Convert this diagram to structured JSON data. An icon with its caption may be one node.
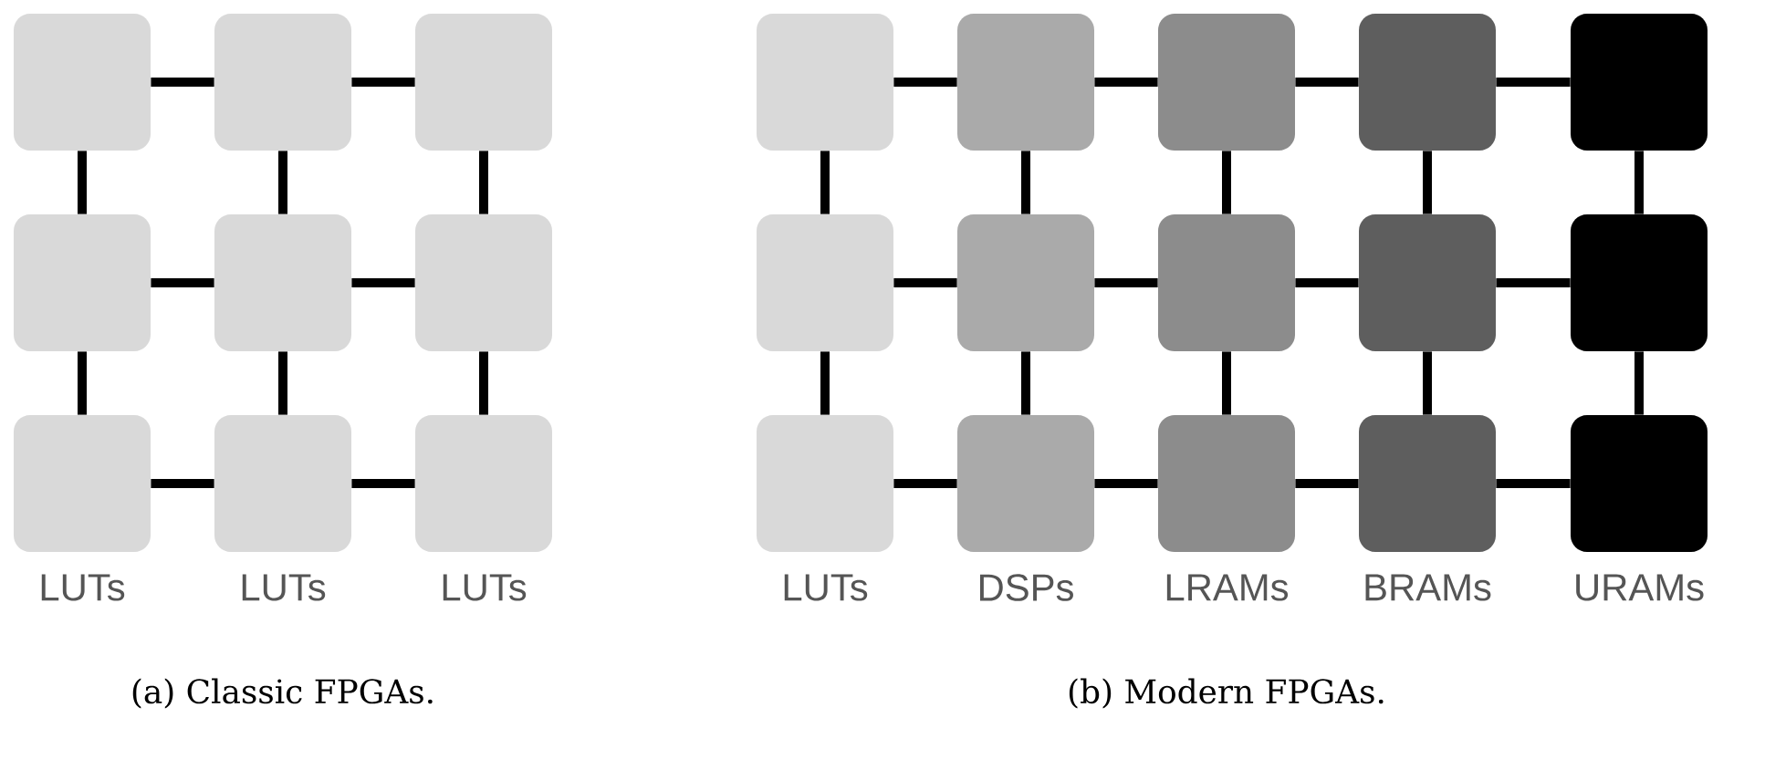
{
  "diagram": {
    "nodes": [
      {
        "text": [],
        "shape": "box"
      },
      {
        "text": [],
        "shape": "box"
      },
      {
        "text": [],
        "shape": "box"
      },
      {
        "text": [],
        "shape": "box"
      },
      {
        "text": [],
        "shape": "box"
      },
      {
        "text": [],
        "shape": "box"
      },
      {
        "text": [],
        "shape": "box"
      },
      {
        "text": [],
        "shape": "box"
      },
      {
        "text": [],
        "shape": "box"
      },
      {
        "text": [],
        "shape": "box"
      },
      {
        "text": [],
        "shape": "box"
      },
      {
        "text": [],
        "shape": "box"
      },
      {
        "text": [],
        "shape": "box"
      },
      {
        "text": [],
        "shape": "box"
      },
      {
        "text": [],
        "shape": "box"
      },
      {
        "text": [],
        "shape": "box"
      },
      {
        "text": [],
        "shape": "box"
      },
      {
        "text": [],
        "shape": "box"
      },
      {
        "text": [],
        "shape": "box"
      },
      {
        "text": [],
        "shape": "box"
      },
      {
        "text": [],
        "shape": "box"
      },
      {
        "text": [],
        "shape": "box"
      },
      {
        "text": [],
        "shape": "box"
      },
      {
        "text": [],
        "shape": "box"
      }
    ],
    "edges": [
      {
        "from": 0,
        "to": 1,
        "arrow": "none"
      },
      {
        "from": 1,
        "to": 2,
        "arrow": "none"
      },
      {
        "from": 0,
        "to": 3,
        "arrow": "none"
      },
      {
        "from": 1,
        "to": 4,
        "arrow": "none"
      },
      {
        "from": 2,
        "to": 5,
        "arrow": "none"
      },
      {
        "from": 3,
        "to": 4,
        "arrow": "none"
      },
      {
        "from": 4,
        "to": 5,
        "arrow": "none"
      },
      {
        "from": 3,
        "to": 6,
        "arrow": "none"
      },
      {
        "from": 4,
        "to": 7,
        "arrow": "none"
      },
      {
        "from": 5,
        "to": 8,
        "arrow": "none"
      },
      {
        "from": 6,
        "to": 7,
        "arrow": "none"
      },
      {
        "from": 7,
        "to": 8,
        "arrow": "none"
      },
      {
        "from": 9,
        "to": 10,
        "arrow": "none"
      },
      {
        "from": 10,
        "to": 11,
        "arrow": "none"
      },
      {
        "from": 11,
        "to": 12,
        "arrow": "none"
      },
      {
        "from": 12,
        "to": 13,
        "arrow": "none"
      },
      {
        "from": 9,
        "to": 14,
        "arrow": "none"
      },
      {
        "from": 10,
        "to": 15,
        "arrow": "none"
      },
      {
        "from": 11,
        "to": 16,
        "arrow": "none"
      },
      {
        "from": 12,
        "to": 17,
        "arrow": "none"
      },
      {
        "from": 13,
        "to": 18,
        "arrow": "none"
      },
      {
        "from": 14,
        "to": 15,
        "arrow": "none"
      },
      {
        "from": 15,
        "to": 16,
        "arrow": "none"
      },
      {
        "from": 16,
        "to": 17,
        "arrow": "none"
      },
      {
        "from": 17,
        "to": 18,
        "arrow": "none"
      },
      {
        "from": 14,
        "to": 19,
        "arrow": "none"
      },
      {
        "from": 15,
        "to": 20,
        "arrow": "none"
      },
      {
        "from": 16,
        "to": 21,
        "arrow": "none"
      },
      {
        "from": 17,
        "to": 22,
        "arrow": "none"
      },
      {
        "from": 18,
        "to": 23,
        "arrow": "none"
      },
      {
        "from": 19,
        "to": 20,
        "arrow": "none"
      },
      {
        "from": 20,
        "to": 21,
        "arrow": "none"
      },
      {
        "from": 21,
        "to": 22,
        "arrow": "none"
      },
      {
        "from": 22,
        "to": 23,
        "arrow": "none"
      }
    ],
    "labels": [
      "LUTs",
      "LUTs",
      "LUTs",
      "LUTs",
      "DSPs",
      "LRAMs",
      "BRAMs",
      "URAMs",
      "(a) Classic FPGAs.",
      "(b) Modern FPGAs."
    ]
  }
}
